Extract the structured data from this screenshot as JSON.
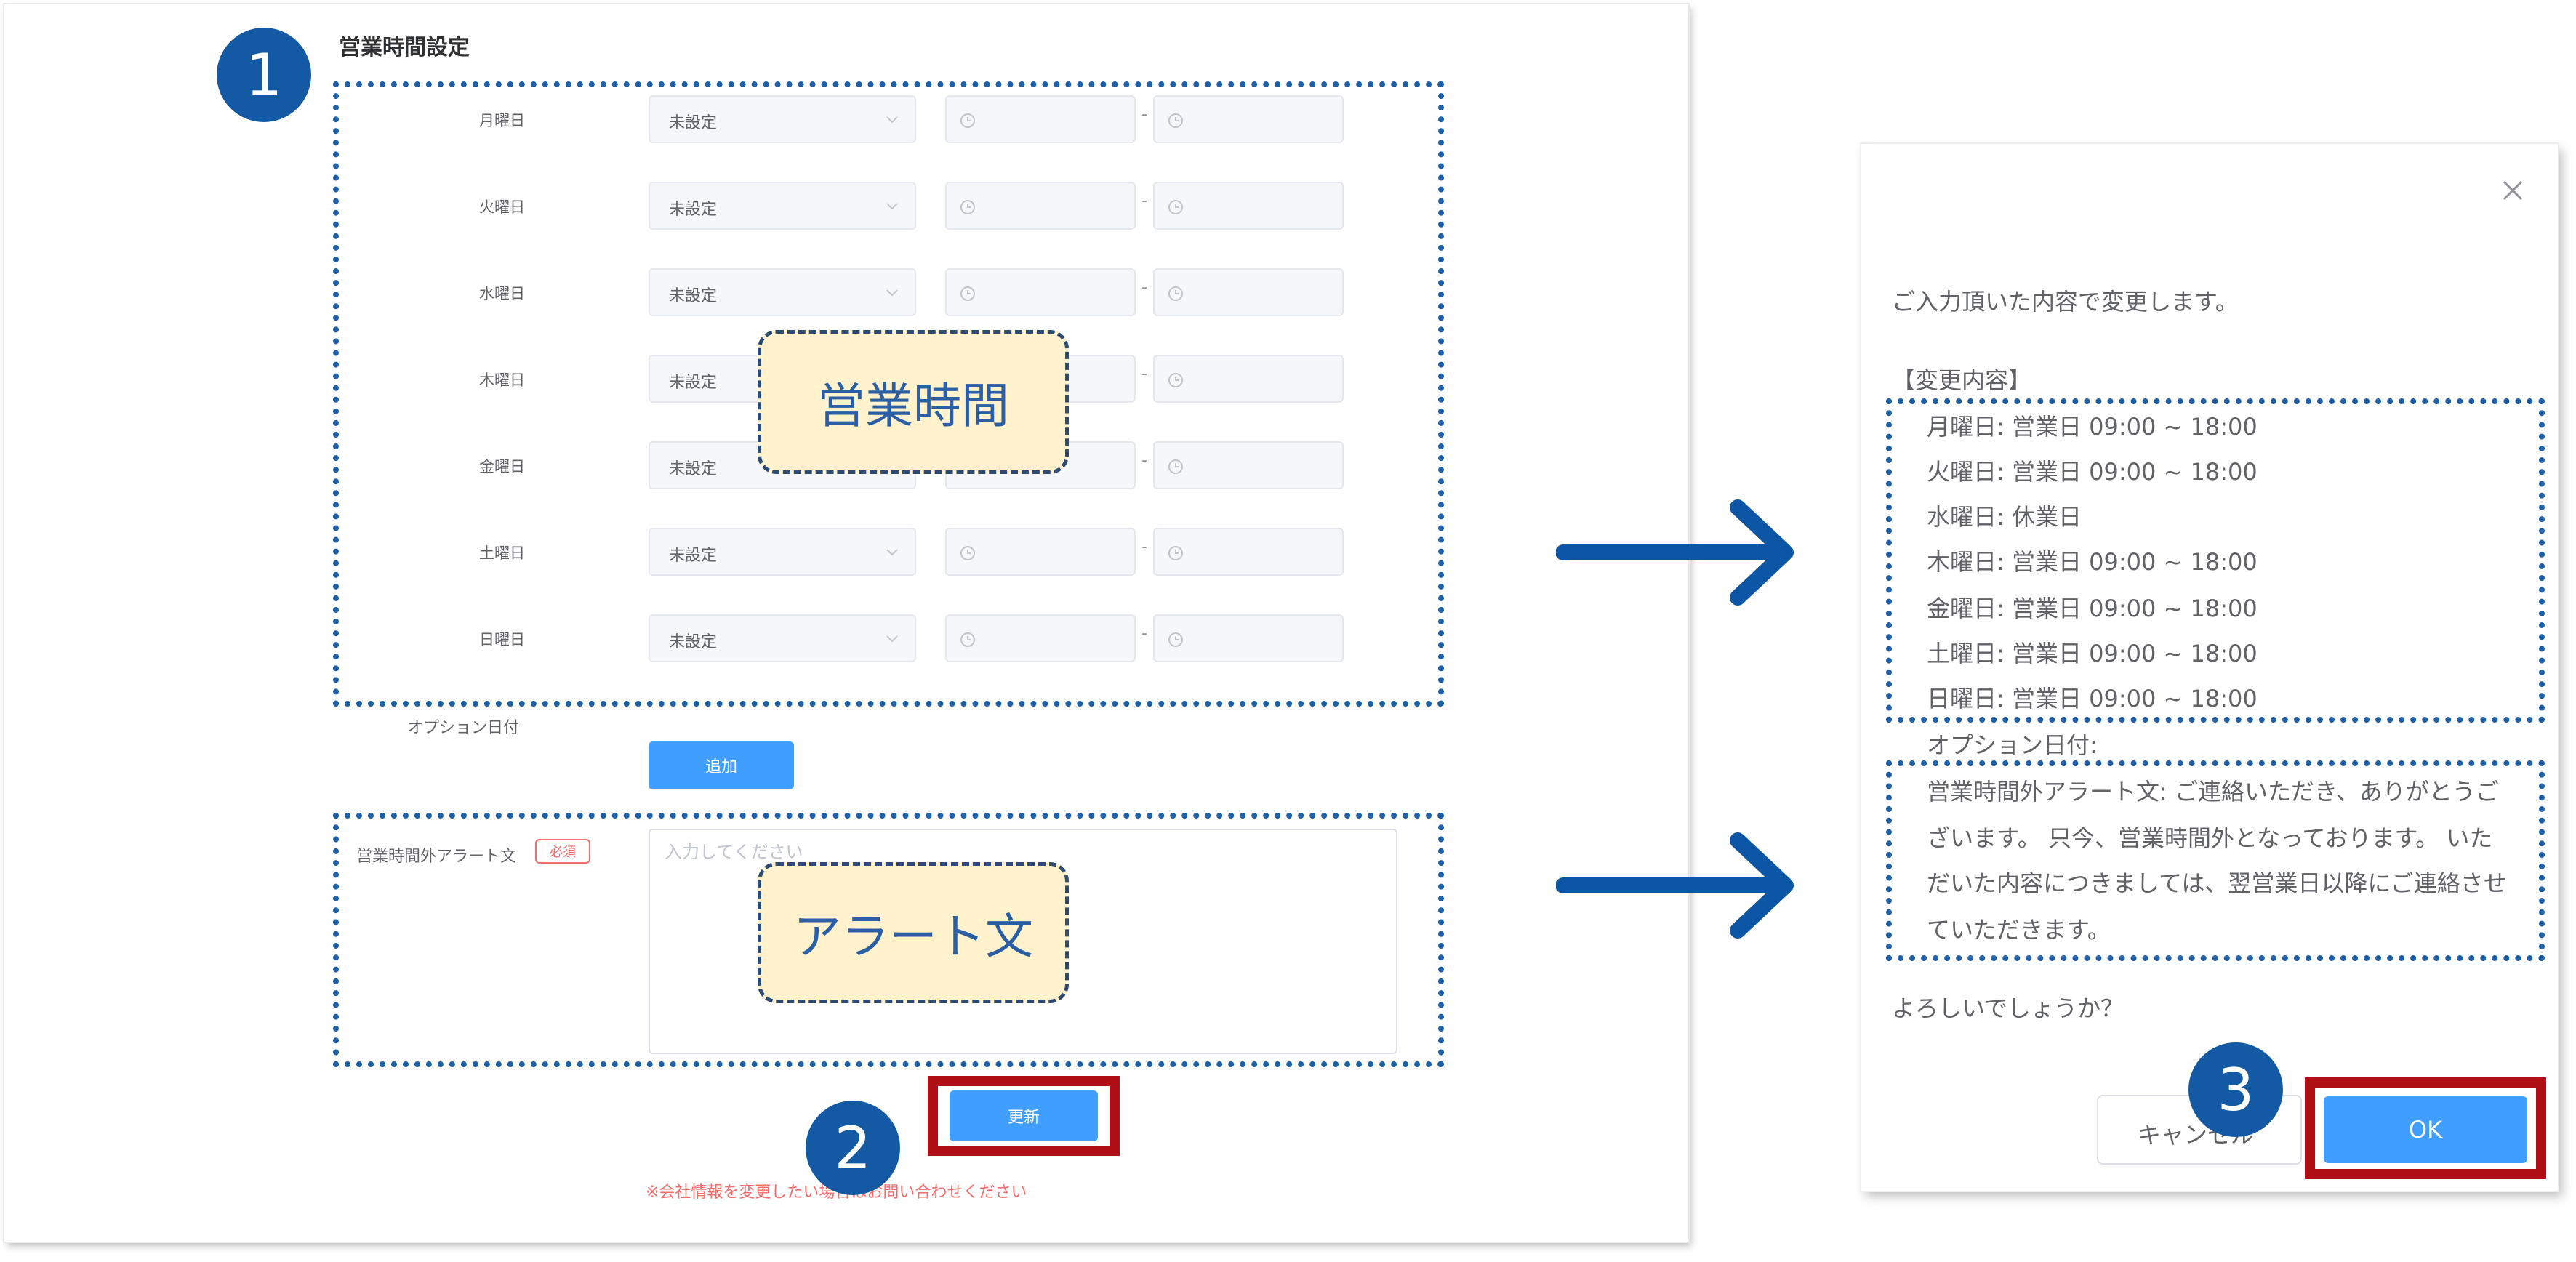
{
  "form": {
    "title": "営業時間設定",
    "days": [
      {
        "label": "月曜日",
        "status": "未設定"
      },
      {
        "label": "火曜日",
        "status": "未設定"
      },
      {
        "label": "水曜日",
        "status": "未設定"
      },
      {
        "label": "木曜日",
        "status": "未設定"
      },
      {
        "label": "金曜日",
        "status": "未設定"
      },
      {
        "label": "土曜日",
        "status": "未設定"
      },
      {
        "label": "日曜日",
        "status": "未設定"
      }
    ],
    "time_separator": "-",
    "option_date_label": "オプション日付",
    "add_button": "追加",
    "alert_label": "営業時間外アラート文",
    "required_tag": "必須",
    "alert_placeholder": "入力してください",
    "update_button": "更新",
    "company_notice": "※会社情報を変更したい場合はお問い合わせください"
  },
  "callouts": {
    "business_hours": "営業時間",
    "alert_text": "アラート文"
  },
  "steps": [
    "1",
    "2",
    "3"
  ],
  "modal": {
    "intro": "ご入力頂いた内容で変更します。",
    "changes_header": "【変更内容】",
    "changes": [
      "月曜日: 営業日 09:00 ~ 18:00",
      "火曜日: 営業日 09:00 ~ 18:00",
      "水曜日: 休業日",
      "木曜日: 営業日 09:00 ~ 18:00",
      "金曜日: 営業日 09:00 ~ 18:00",
      "土曜日: 営業日 09:00 ~ 18:00",
      "日曜日: 営業日 09:00 ~ 18:00"
    ],
    "option_date": "オプション日付:",
    "alert_lines": [
      "営業時間外アラート文: ご連絡いただき、ありがとうご",
      "ざいます。 只今、営業時間外となっております。 いた",
      "だいた内容につきましては、翌営業日以降にご連絡させ",
      "ていただきます。"
    ],
    "confirm_question": "よろしいでしょうか？",
    "cancel_button": "キャンセル",
    "ok_button": "OK",
    "close_icon": "close-icon"
  },
  "colors": {
    "accent_blue": "#409eff",
    "badge_blue": "#1459a3",
    "dotted_blue": "#1f5fa8",
    "highlight_red": "#b10f16",
    "callout_fill": "#fff2cc",
    "notice_red": "#f56c6c"
  }
}
